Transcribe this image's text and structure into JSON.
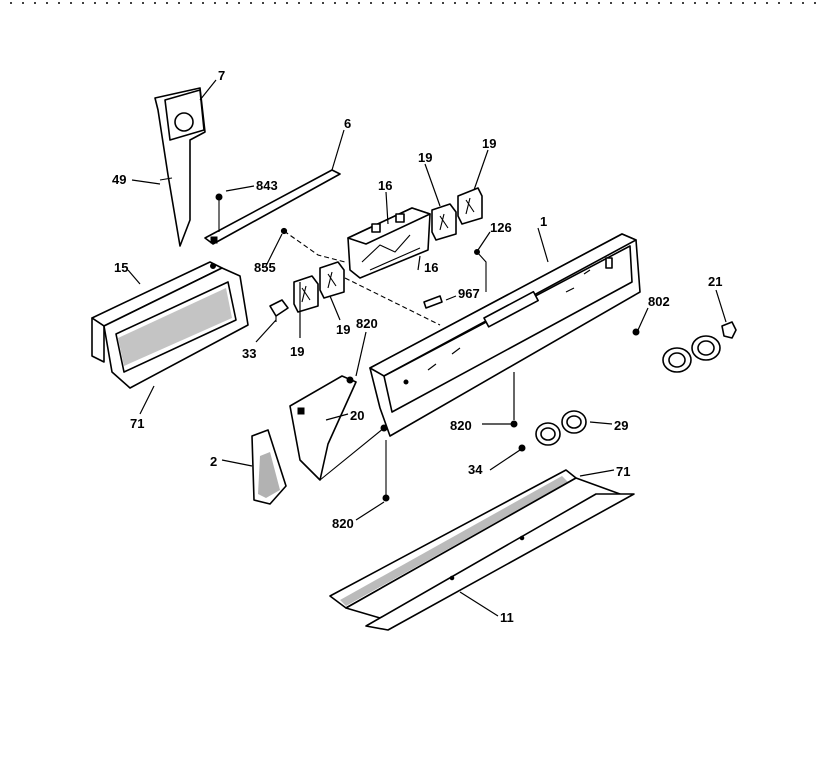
{
  "diagram": {
    "callouts": {
      "p7": "7",
      "p6": "6",
      "p49": "49",
      "p843": "843",
      "p19a": "19",
      "p19b": "19",
      "p19c": "19",
      "p19d": "19",
      "p16a": "16",
      "p16b": "16",
      "p126": "126",
      "p1": "1",
      "p15": "15",
      "p855": "855",
      "p967": "967",
      "p802": "802",
      "p21": "21",
      "p820a": "820",
      "p820b": "820",
      "p820c": "820",
      "p33": "33",
      "p71a": "71",
      "p71b": "71",
      "p20": "20",
      "p2": "2",
      "p29": "29",
      "p34": "34",
      "p11": "11"
    }
  }
}
